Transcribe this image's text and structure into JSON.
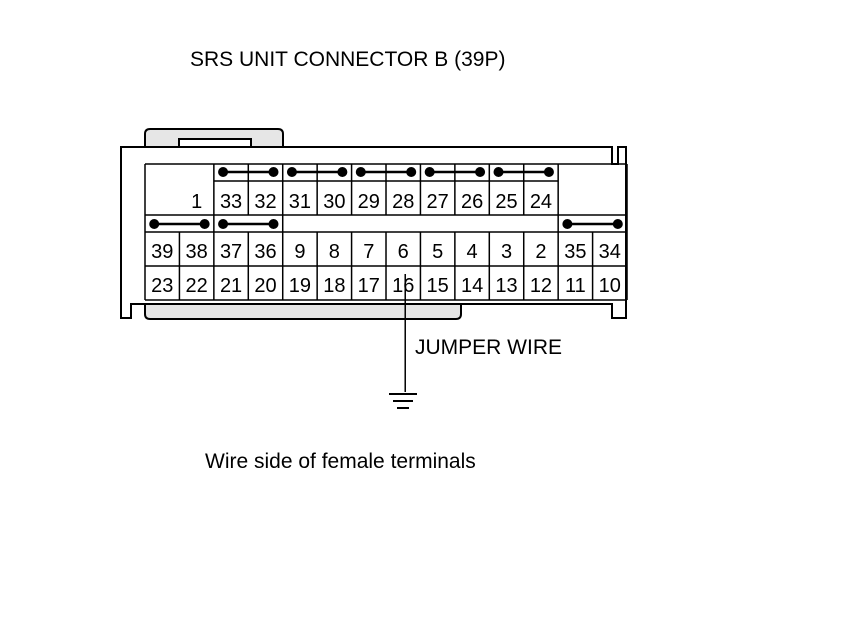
{
  "title": "SRS UNIT CONNECTOR B (39P)",
  "callout": "JUMPER WIRE",
  "caption": "Wire side of female terminals",
  "terminals": {
    "row1": [
      "",
      "1",
      "33",
      "32",
      "31",
      "30",
      "29",
      "28",
      "27",
      "26",
      "25",
      "24",
      "",
      ""
    ],
    "row2": [
      "39",
      "38",
      "37",
      "36",
      "9",
      "8",
      "7",
      "6",
      "5",
      "4",
      "3",
      "2",
      "35",
      "34"
    ],
    "row3": [
      "23",
      "22",
      "21",
      "20",
      "19",
      "18",
      "17",
      "16",
      "15",
      "14",
      "13",
      "12",
      "11",
      "10"
    ]
  },
  "shorting_bars": [
    {
      "from": "33",
      "to": "32"
    },
    {
      "from": "31",
      "to": "30"
    },
    {
      "from": "29",
      "to": "28"
    },
    {
      "from": "27",
      "to": "26"
    },
    {
      "from": "25",
      "to": "24"
    },
    {
      "from": "39",
      "to": "38"
    },
    {
      "from": "37",
      "to": "36"
    },
    {
      "from": "35",
      "to": "34"
    }
  ],
  "jumper_terminal": "16",
  "ground_symbol": "ground-icon"
}
